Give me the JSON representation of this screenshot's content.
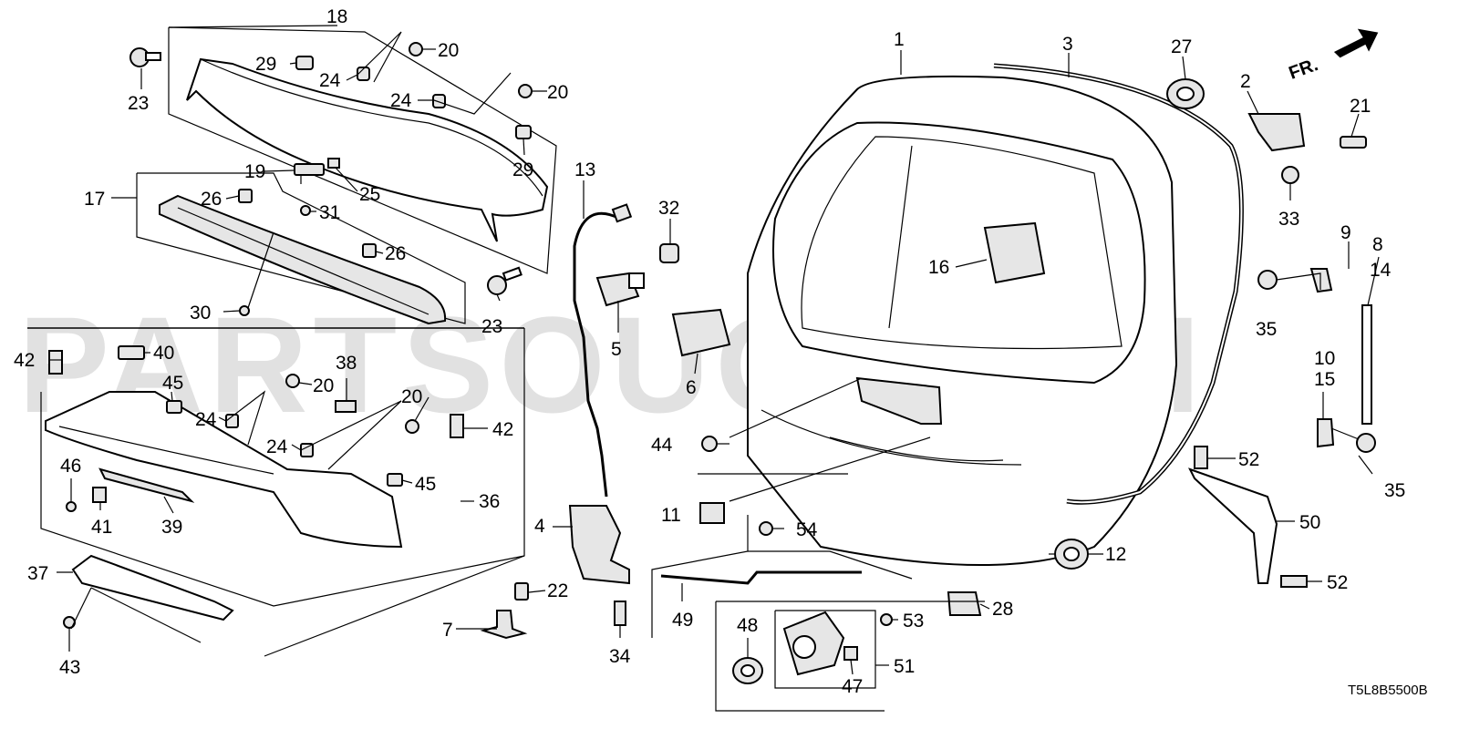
{
  "watermark": "PARTSOUQ.COM",
  "diagram_code": "T5L8B5500B",
  "direction_label": "FR.",
  "callouts": [
    {
      "id": "c1",
      "text": "1"
    },
    {
      "id": "c2",
      "text": "2"
    },
    {
      "id": "c3",
      "text": "3"
    },
    {
      "id": "c4",
      "text": "4"
    },
    {
      "id": "c5",
      "text": "5"
    },
    {
      "id": "c6",
      "text": "6"
    },
    {
      "id": "c7",
      "text": "7"
    },
    {
      "id": "c8",
      "text": "8"
    },
    {
      "id": "c9",
      "text": "9"
    },
    {
      "id": "c10",
      "text": "10"
    },
    {
      "id": "c11",
      "text": "11"
    },
    {
      "id": "c12",
      "text": "12"
    },
    {
      "id": "c13",
      "text": "13"
    },
    {
      "id": "c14",
      "text": "14"
    },
    {
      "id": "c15",
      "text": "15"
    },
    {
      "id": "c16",
      "text": "16"
    },
    {
      "id": "c17",
      "text": "17"
    },
    {
      "id": "c18",
      "text": "18"
    },
    {
      "id": "c19",
      "text": "19"
    },
    {
      "id": "c20a",
      "text": "20"
    },
    {
      "id": "c20b",
      "text": "20"
    },
    {
      "id": "c20c",
      "text": "20"
    },
    {
      "id": "c20d",
      "text": "20"
    },
    {
      "id": "c21",
      "text": "21"
    },
    {
      "id": "c22",
      "text": "22"
    },
    {
      "id": "c23a",
      "text": "23"
    },
    {
      "id": "c23b",
      "text": "23"
    },
    {
      "id": "c24a",
      "text": "24"
    },
    {
      "id": "c24b",
      "text": "24"
    },
    {
      "id": "c24c",
      "text": "24"
    },
    {
      "id": "c24d",
      "text": "24"
    },
    {
      "id": "c25",
      "text": "25"
    },
    {
      "id": "c26a",
      "text": "26"
    },
    {
      "id": "c26b",
      "text": "26"
    },
    {
      "id": "c27",
      "text": "27"
    },
    {
      "id": "c28",
      "text": "28"
    },
    {
      "id": "c29a",
      "text": "29"
    },
    {
      "id": "c29b",
      "text": "29"
    },
    {
      "id": "c30",
      "text": "30"
    },
    {
      "id": "c31",
      "text": "31"
    },
    {
      "id": "c32",
      "text": "32"
    },
    {
      "id": "c33",
      "text": "33"
    },
    {
      "id": "c34",
      "text": "34"
    },
    {
      "id": "c35a",
      "text": "35"
    },
    {
      "id": "c35b",
      "text": "35"
    },
    {
      "id": "c36",
      "text": "36"
    },
    {
      "id": "c37",
      "text": "37"
    },
    {
      "id": "c38",
      "text": "38"
    },
    {
      "id": "c39",
      "text": "39"
    },
    {
      "id": "c40",
      "text": "40"
    },
    {
      "id": "c41",
      "text": "41"
    },
    {
      "id": "c42a",
      "text": "42"
    },
    {
      "id": "c42b",
      "text": "42"
    },
    {
      "id": "c43",
      "text": "43"
    },
    {
      "id": "c44",
      "text": "44"
    },
    {
      "id": "c45a",
      "text": "45"
    },
    {
      "id": "c45b",
      "text": "45"
    },
    {
      "id": "c46",
      "text": "46"
    },
    {
      "id": "c47",
      "text": "47"
    },
    {
      "id": "c48",
      "text": "48"
    },
    {
      "id": "c49",
      "text": "49"
    },
    {
      "id": "c50",
      "text": "50"
    },
    {
      "id": "c51",
      "text": "51"
    },
    {
      "id": "c52a",
      "text": "52"
    },
    {
      "id": "c52b",
      "text": "52"
    },
    {
      "id": "c53",
      "text": "53"
    },
    {
      "id": "c54",
      "text": "54"
    }
  ]
}
